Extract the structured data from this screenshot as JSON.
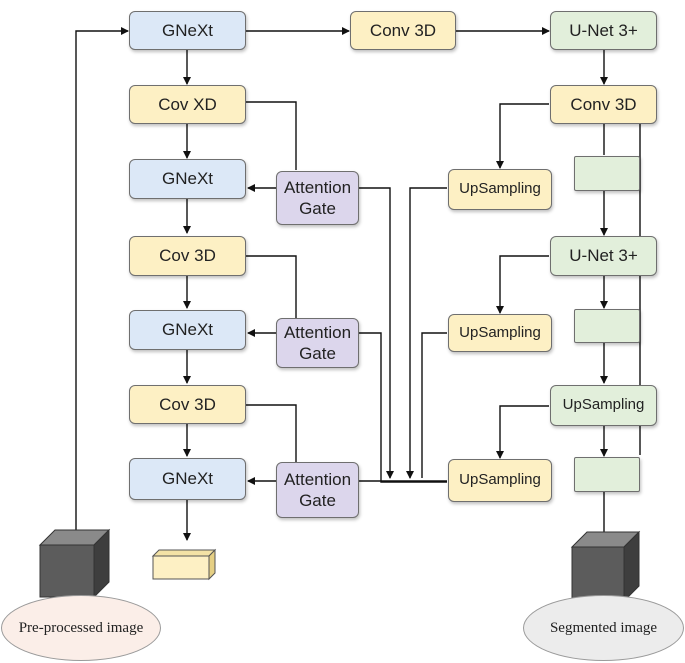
{
  "nodes": {
    "gnext_1": "GNeXt",
    "conv3d_top": "Conv 3D",
    "unet_1": "U-Net 3+",
    "covxd": "Cov XD",
    "conv3d_right": "Conv 3D",
    "gnext_2": "GNeXt",
    "attention_1": "Attention Gate",
    "upsampling_1": "UpSampling",
    "cov3d_1": "Cov 3D",
    "unet_2": "U-Net 3+",
    "gnext_3": "GNeXt",
    "attention_2": "Attention Gate",
    "upsampling_2": "UpSampling",
    "cov3d_2": "Cov 3D",
    "upsampling_right": "UpSampling",
    "gnext_4": "GNeXt",
    "attention_3": "Attention Gate",
    "upsampling_3": "UpSampling"
  },
  "labels": {
    "input": "Pre-processed image",
    "output": "Segmented image"
  },
  "colors": {
    "gnext": "#dce8f7",
    "conv": "#fdf0c4",
    "unet": "#e2efdb",
    "attention": "#dcd6ec",
    "volume": "#5c5c5c"
  }
}
